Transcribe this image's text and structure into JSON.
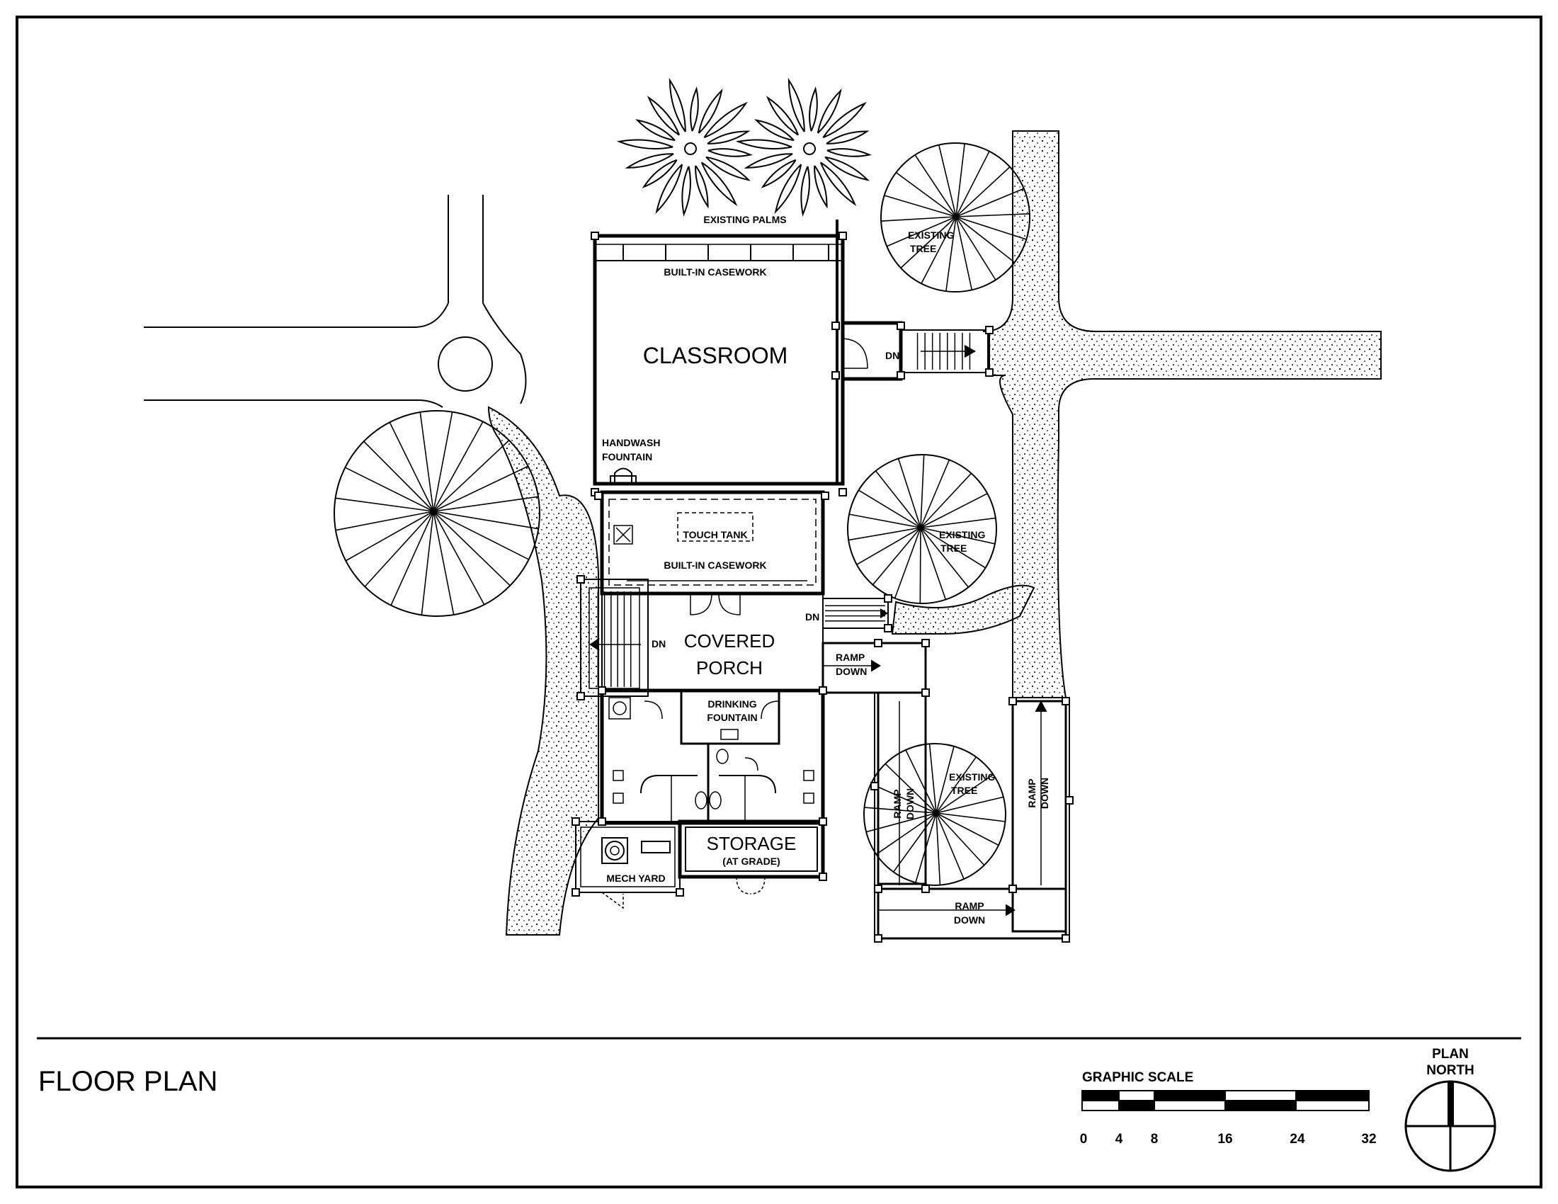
{
  "drawing_title": "FLOOR PLAN",
  "rooms": {
    "classroom": "CLASSROOM",
    "covered_porch_line1": "COVERED",
    "covered_porch_line2": "PORCH",
    "storage": "STORAGE",
    "storage_sub": "(AT GRADE)",
    "mech_yard": "MECH YARD"
  },
  "features": {
    "existing_palms": "EXISTING PALMS",
    "casework_top": "BUILT-IN CASEWORK",
    "casework_porch": "BUILT-IN CASEWORK",
    "handwash_line1": "HANDWASH",
    "handwash_line2": "FOUNTAIN",
    "touch_tank": "TOUCH TANK",
    "drinking_line1": "DRINKING",
    "drinking_line2": "FOUNTAIN"
  },
  "trees": {
    "existing_word": "EXISTING",
    "tree_word": "TREE"
  },
  "circulation": {
    "dn": "DN",
    "ramp": "RAMP",
    "down": "DOWN"
  },
  "scale": {
    "label": "GRAPHIC SCALE",
    "ticks": [
      "0",
      "4",
      "8",
      "16",
      "24",
      "32"
    ]
  },
  "north": {
    "line1": "PLAN",
    "line2": "NORTH"
  }
}
